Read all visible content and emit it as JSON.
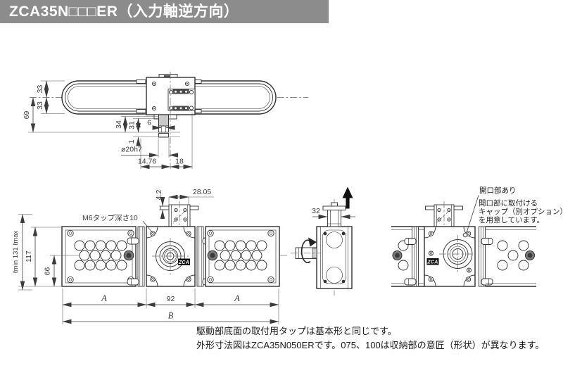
{
  "title_bar": {
    "title": "ZCA35N□□□ER（入力軸逆方向）"
  },
  "top_view": {
    "dim_33_upper": "33",
    "dim_33_lower": "33",
    "dim_69": "69",
    "dim_34": "34",
    "dim_31": "31",
    "dim_6": "6",
    "dim_1": "1",
    "dim_shaft_dia": "ø20h7",
    "dim_14_76": "14.76",
    "dim_18": "18"
  },
  "front_view": {
    "dim_4_2": "4.2",
    "dim_28_05": "28.05",
    "label_tap": "M6タップ深さ10",
    "dim_117": "117",
    "dim_66": "66",
    "dim_length_range": "ℓmin 131 ℓmax",
    "dim_a_left": "A",
    "dim_92": "92",
    "dim_a_right": "A",
    "dim_b": "B"
  },
  "side_view": {
    "dim_32": "32"
  },
  "rear_view": {
    "callout_title": "開口部あり",
    "callout_line1": "開口部に取付ける",
    "callout_line2": "キャップ（別オプション）",
    "callout_line3": "を用意しています。"
  },
  "logo_badge": "ZCA",
  "notes": {
    "line1": "駆動部底面の取付用タップは基本形と同じです。",
    "line2": "外形寸法図はZCA35N050ERです。075、100は収納部の意匠（形状）が異なります。"
  },
  "colors": {
    "title_bg": "#8c8c8c",
    "line": "#2f2f2f",
    "dim_text": "#3c3c3c",
    "shaft_fill": "#c9c9c9"
  }
}
